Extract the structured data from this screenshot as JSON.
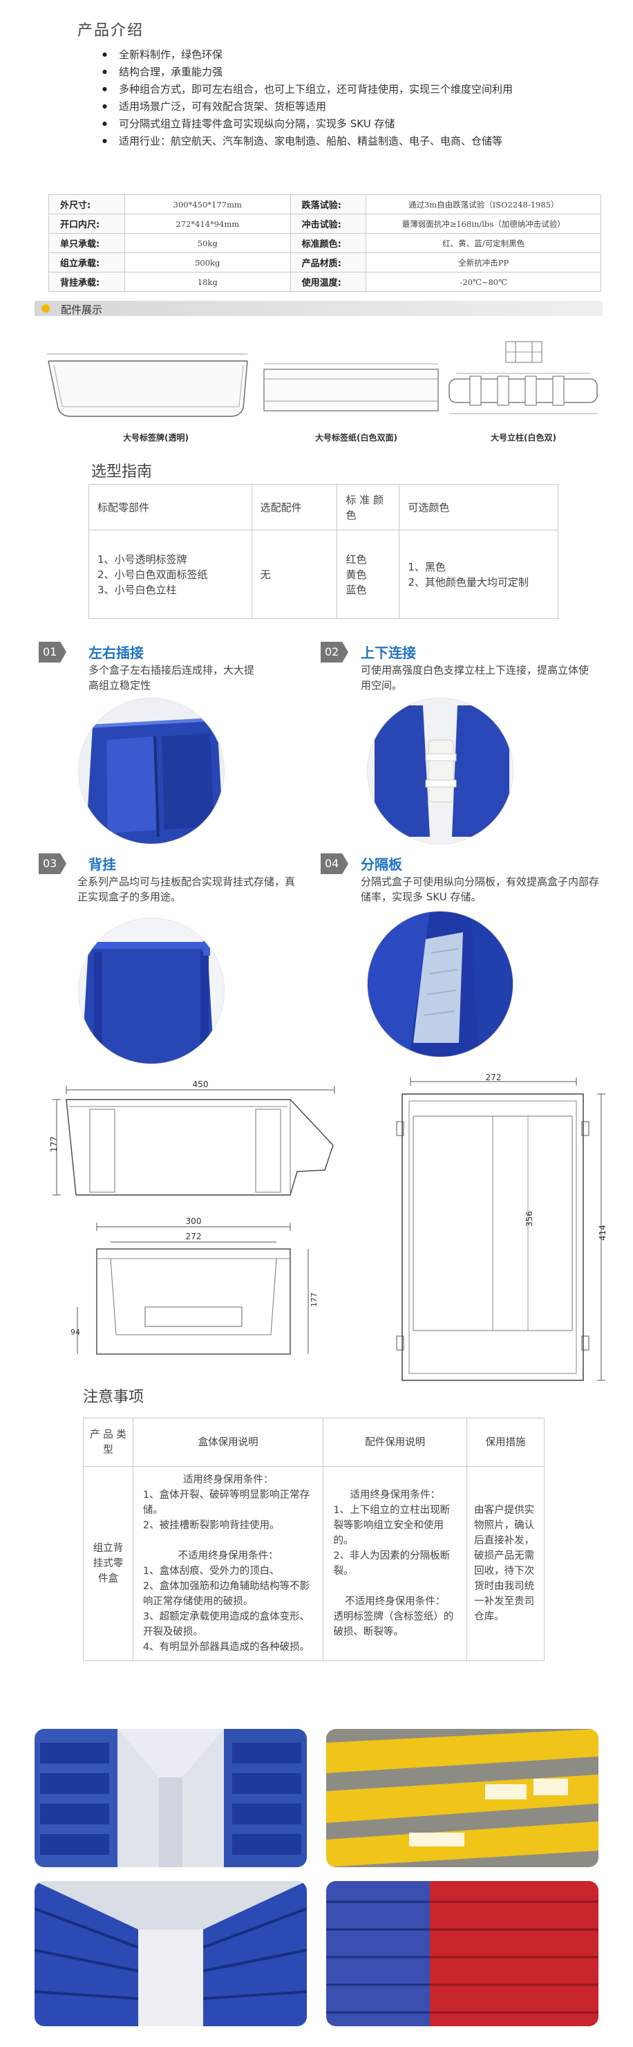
{
  "intro": {
    "title": "产品介绍",
    "items": [
      "全新料制作，绿色环保",
      "结构合理，承重能力强",
      "多种组合方式，即可左右组合，也可上下组立，还可背挂使用，实现三个维度空间利用",
      "适用场景广泛，可有效配合货架、货柜等适用",
      "可分隔式组立背挂零件盒可实现纵向分隔，实现多 SKU 存储",
      "适用行业：航空航天、汽车制造、家电制造、船舶、精益制造、电子、电商、仓储等"
    ]
  },
  "specs": [
    {
      "l1": "外尺寸:",
      "v1": "300*450*177mm",
      "l2": "跌落试验:",
      "v2": "通过3m自由跌落试验（ISO2248-1985）"
    },
    {
      "l1": "开口内尺:",
      "v1": "272*414*94mm",
      "l2": "冲击试验:",
      "v2": "最薄弱面抗冲≥168in/lbs（加德纳冲击试验）"
    },
    {
      "l1": "单只承载:",
      "v1": "50kg",
      "l2": "标准颜色:",
      "v2": "红、黄、蓝/可定制黑色"
    },
    {
      "l1": "组立承载:",
      "v1": "500kg",
      "l2": "产品材质:",
      "v2": "全新抗冲击PP"
    },
    {
      "l1": "背挂承载:",
      "v1": "18kg",
      "l2": "使用温度:",
      "v2": "-20℃~80℃"
    }
  ],
  "accessories": {
    "title": "配件展示",
    "captions": [
      "大号标签牌(透明)",
      "大号标签纸(白色双面)",
      "大号立柱(白色双)"
    ]
  },
  "guide": {
    "title": "选型指南",
    "headers": [
      "标配零部件",
      "选配配件",
      "标 准 颜 色",
      "可选颜色"
    ],
    "col1": [
      "1、小号透明标签牌",
      "2、小号白色双面标签纸",
      "3、小号白色立柱"
    ],
    "col2": "无",
    "col3": [
      "红色",
      "黄色",
      "蓝色"
    ],
    "col4": [
      "1、黑色",
      "2、其他颜色量大均可定制"
    ]
  },
  "features": [
    {
      "num": "01",
      "title": "左右插接",
      "desc": "多个盒子左右插接后连成排，大大提高组立稳定性"
    },
    {
      "num": "02",
      "title": "上下连接",
      "desc": "可使用高强度白色支撑立柱上下连接，提高立体使用空间。"
    },
    {
      "num": "03",
      "title": "背挂",
      "desc": "全系列产品均可与挂板配合实现背挂式存储，真正实现盒子的多用途。"
    },
    {
      "num": "04",
      "title": "分隔板",
      "desc": "分隔式盒子可使用纵向分隔板，有效提高盒子内部存储率，实现多 SKU 存储。"
    }
  ],
  "dims": {
    "front_width": "450",
    "front_height": "177",
    "front2_outer": "300",
    "front2_inner": "272",
    "front2_low": "94",
    "front2_high": "177",
    "top_width": "272",
    "top_inner": "356",
    "top_outer": "414"
  },
  "notes": {
    "title": "注意事项",
    "headers": [
      "产 品 类 型",
      "盒体保用说明",
      "配件保用说明",
      "保用措施"
    ],
    "type": "组立背挂式零件盒",
    "box": [
      "适用终身保用条件：",
      "1、盒体开裂、破碎等明显影响正常存储。",
      "2、被挂槽断裂影响背挂使用。",
      "",
      "不适用终身保用条件：",
      "1、盒体刮痕、受外力的顶白、",
      "2、盒体加强筋和边角辅助结构等不影响正常存储使用的破损。",
      "3、超额定承载使用造成的盒体变形、开裂及破损。",
      "4、有明显外部器具造成的各种破损。"
    ],
    "accessory": [
      "适用终身保用条件：",
      "1、上下组立的立柱出现断裂等影响组立安全和使用的。",
      "2、非人为因素的分隔板断裂。",
      "",
      "不适用终身保用条件：",
      "透明标签牌（含标签纸）的破损、断裂等。"
    ],
    "measure": "由客户提供实物照片，确认后直接补发，破损产品无需回收，待下次货时由我司统一补发至贵司仓库。"
  },
  "colors": {
    "accent_blue": "#1f73c6",
    "bin_blue": "#2946b5",
    "badge_gray": "#767676",
    "acc_dot": "#f2b800",
    "bin_red": "#c8262c",
    "bin_yellow": "#f0c419"
  }
}
